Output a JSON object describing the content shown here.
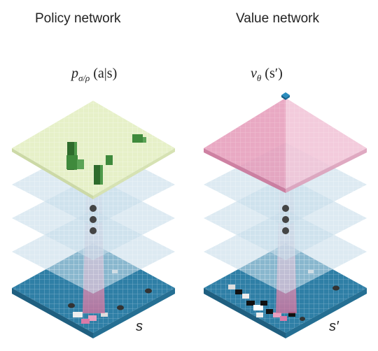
{
  "policy": {
    "title": "Policy network",
    "output": {
      "symbol": "p",
      "subscript": "σ/ρ",
      "args": "(a|s)"
    },
    "input_label": "s"
  },
  "value": {
    "title": "Value network",
    "output": {
      "symbol": "v",
      "subscript": "θ",
      "args": "(s′)"
    },
    "input_label": "s′"
  },
  "colors": {
    "board": "#2f7fa6",
    "hidden_layer": "#c6dcea",
    "policy_output": "#e6f0c8",
    "policy_bars": "#3f8a3c",
    "value_output": "#e59ab8",
    "value_node": "#1b6f9c",
    "receptive_field": "#d98bb0"
  }
}
